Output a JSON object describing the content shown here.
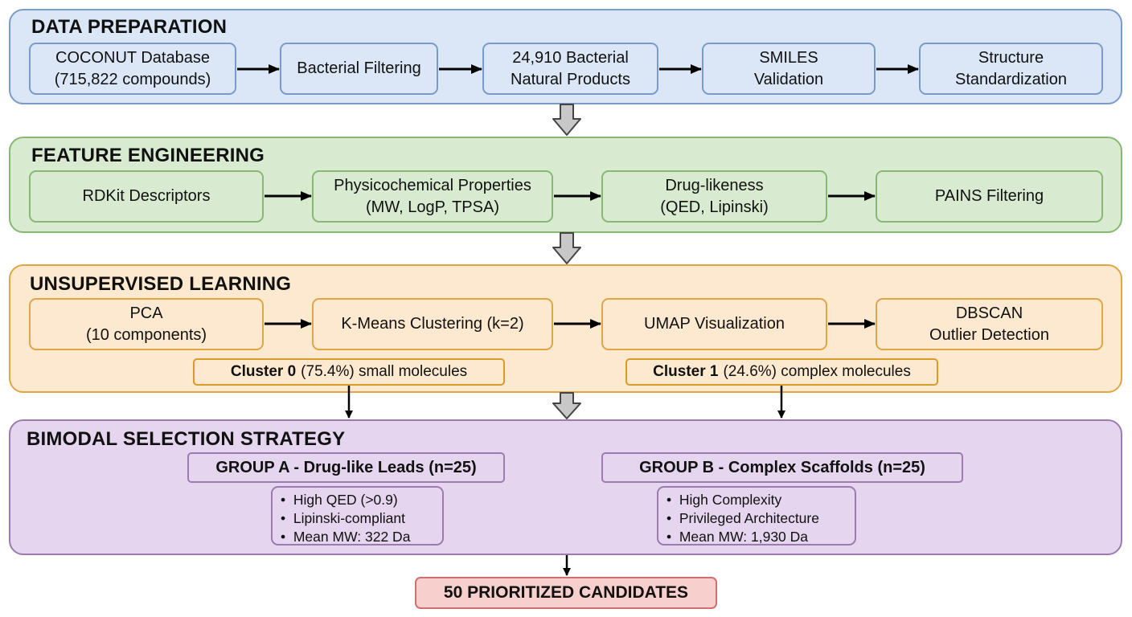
{
  "colors": {
    "blue_fill": "#dbe7f7",
    "blue_border": "#7a9bc9",
    "green_fill": "#d8ebd1",
    "green_border": "#86b773",
    "orange_fill": "#fde9cf",
    "orange_border": "#e0a544",
    "purple_fill": "#e5d5ee",
    "purple_border": "#9c7bb0",
    "red_fill": "#f7cfcd",
    "red_border": "#cf6f6f"
  },
  "sections": {
    "data_preparation": {
      "title": "DATA PREPARATION",
      "steps": [
        {
          "line1": "COCONUT Database",
          "line2": "(715,822 compounds)"
        },
        {
          "line1": "Bacterial Filtering",
          "line2": ""
        },
        {
          "line1": "24,910 Bacterial",
          "line2": "Natural Products"
        },
        {
          "line1": "SMILES",
          "line2": "Validation"
        },
        {
          "line1": "Structure",
          "line2": "Standardization"
        }
      ]
    },
    "feature_engineering": {
      "title": "FEATURE ENGINEERING",
      "steps": [
        {
          "line1": "RDKit Descriptors",
          "line2": ""
        },
        {
          "line1": "Physicochemical Properties",
          "line2": "(MW, LogP, TPSA)"
        },
        {
          "line1": "Drug-likeness",
          "line2": "(QED, Lipinski)"
        },
        {
          "line1": "PAINS Filtering",
          "line2": ""
        }
      ]
    },
    "unsupervised_learning": {
      "title": "UNSUPERVISED LEARNING",
      "steps": [
        {
          "line1": "PCA",
          "line2": "(10 components)"
        },
        {
          "line1": "K-Means Clustering (k=2)",
          "line2": ""
        },
        {
          "line1": "UMAP Visualization",
          "line2": ""
        },
        {
          "line1": "DBSCAN",
          "line2": "Outlier Detection"
        }
      ],
      "clusters": [
        {
          "name": "Cluster 0",
          "detail": "(75.4%) small molecules"
        },
        {
          "name": "Cluster 1",
          "detail": "(24.6%) complex molecules"
        }
      ]
    },
    "bimodal_selection": {
      "title": "BIMODAL SELECTION STRATEGY",
      "groups": [
        {
          "title": "GROUP A - Drug-like Leads (n=25)",
          "bullets": [
            "High QED (>0.9)",
            "Lipinski-compliant",
            "Mean MW: 322 Da"
          ]
        },
        {
          "title": "GROUP B - Complex Scaffolds (n=25)",
          "bullets": [
            "High Complexity",
            "Privileged Architecture",
            "Mean MW: 1,930 Da"
          ]
        }
      ]
    }
  },
  "final_output": "50 PRIORITIZED CANDIDATES"
}
